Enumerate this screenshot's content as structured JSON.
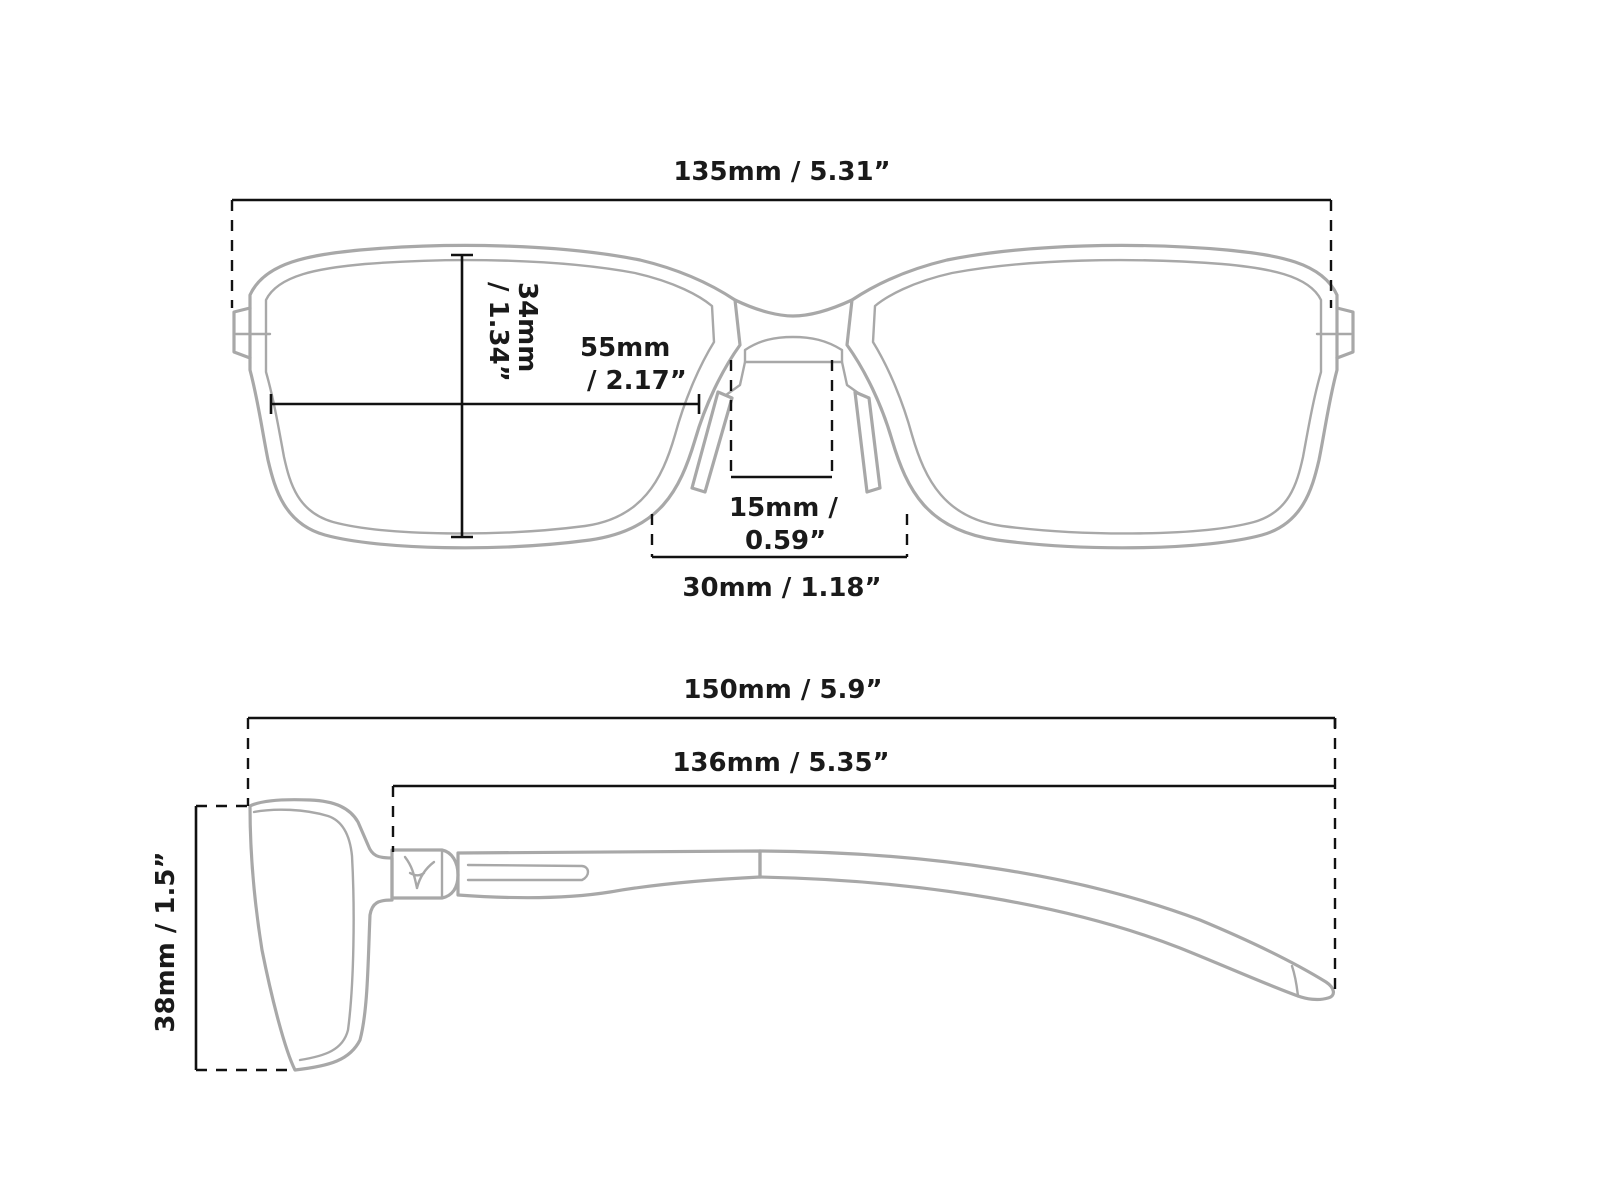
{
  "front_view": {
    "total_width_label": "135mm / 5.31”",
    "lens_height_label_1": "34mm",
    "lens_height_label_2": "/ 1.34”",
    "lens_width_label_1": "55mm",
    "lens_width_label_2": "/ 2.17”",
    "bridge_label_1": "15mm /",
    "bridge_label_2": "0.59”",
    "nose_span_label": "30mm / 1.18”"
  },
  "side_view": {
    "overall_length_label": "150mm / 5.9”",
    "temple_length_label": "136mm / 5.35”",
    "frame_height_label": "38mm / 1.5”"
  },
  "colors": {
    "frame_outline": "#a8a8a8",
    "dimension_line": "#111111",
    "text": "#1a1a1a",
    "background": "#ffffff"
  }
}
